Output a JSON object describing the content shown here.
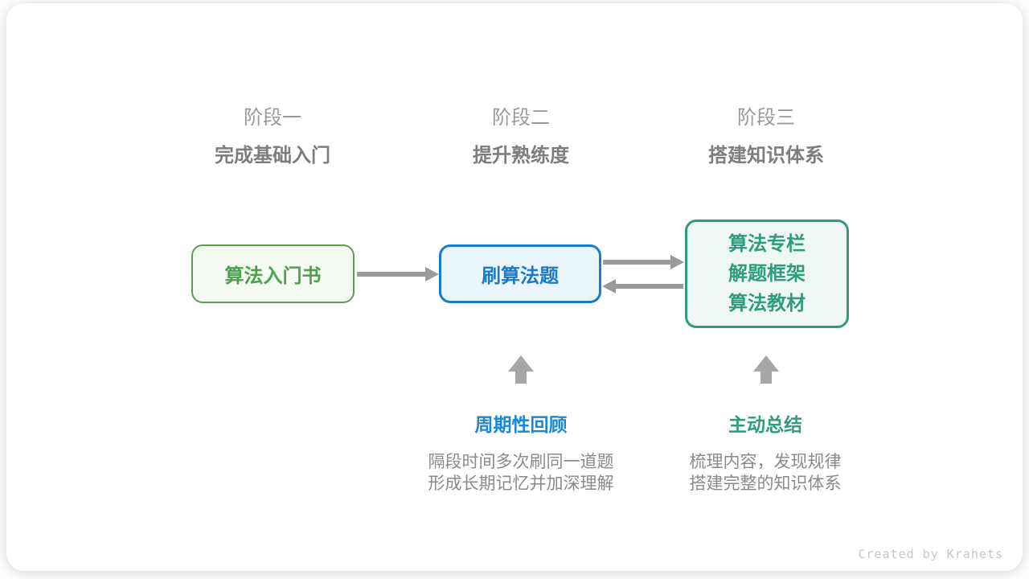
{
  "stages": [
    {
      "label": "阶段一",
      "title": "完成基础入门"
    },
    {
      "label": "阶段二",
      "title": "提升熟练度"
    },
    {
      "label": "阶段三",
      "title": "搭建知识体系"
    }
  ],
  "nodes": [
    {
      "text": "算法入门书",
      "border_color": "#5ca052",
      "fill_color": "#f4faf2",
      "text_color": "#4aa34a"
    },
    {
      "text": "刷算法题",
      "border_color": "#1b7ac9",
      "fill_color": "#ebf5fc",
      "text_color": "#1b7ac9"
    },
    {
      "lines": [
        "算法专栏",
        "解题框架",
        "算法教材"
      ],
      "border_color": "#2f9a80",
      "fill_color": "#eef7f3",
      "text_color": "#2e9c7e"
    }
  ],
  "arrows": [
    {
      "from": "算法入门书",
      "to": "刷算法题",
      "direction": "right"
    },
    {
      "from": "刷算法题",
      "to": "算法专栏/解题框架/算法教材",
      "direction": "right"
    },
    {
      "from": "算法专栏/解题框架/算法教材",
      "to": "刷算法题",
      "direction": "left"
    },
    {
      "from": "周期性回顾",
      "to": "刷算法题",
      "direction": "up"
    },
    {
      "from": "主动总结",
      "to": "算法专栏/解题框架/算法教材",
      "direction": "up"
    }
  ],
  "annotations": [
    {
      "title": "周期性回顾",
      "title_color": "#1a87d9",
      "lines": [
        "隔段时间多次刷同一道题",
        "形成长期记忆并加深理解"
      ]
    },
    {
      "title": "主动总结",
      "title_color": "#2e9c7e",
      "lines": [
        "梳理内容，发现规律",
        "搭建完整的知识体系"
      ]
    }
  ],
  "footer": {
    "credit": "Created by Krahets"
  },
  "colors": {
    "arrow_gray": "#9a9a9a",
    "up_arrow_gray": "#a6a6a6",
    "stage_label_gray": "#9a9a9a",
    "stage_title_gray": "#7d7d7d",
    "description_gray": "#8a8a8a",
    "card_bg": "#ffffff"
  }
}
